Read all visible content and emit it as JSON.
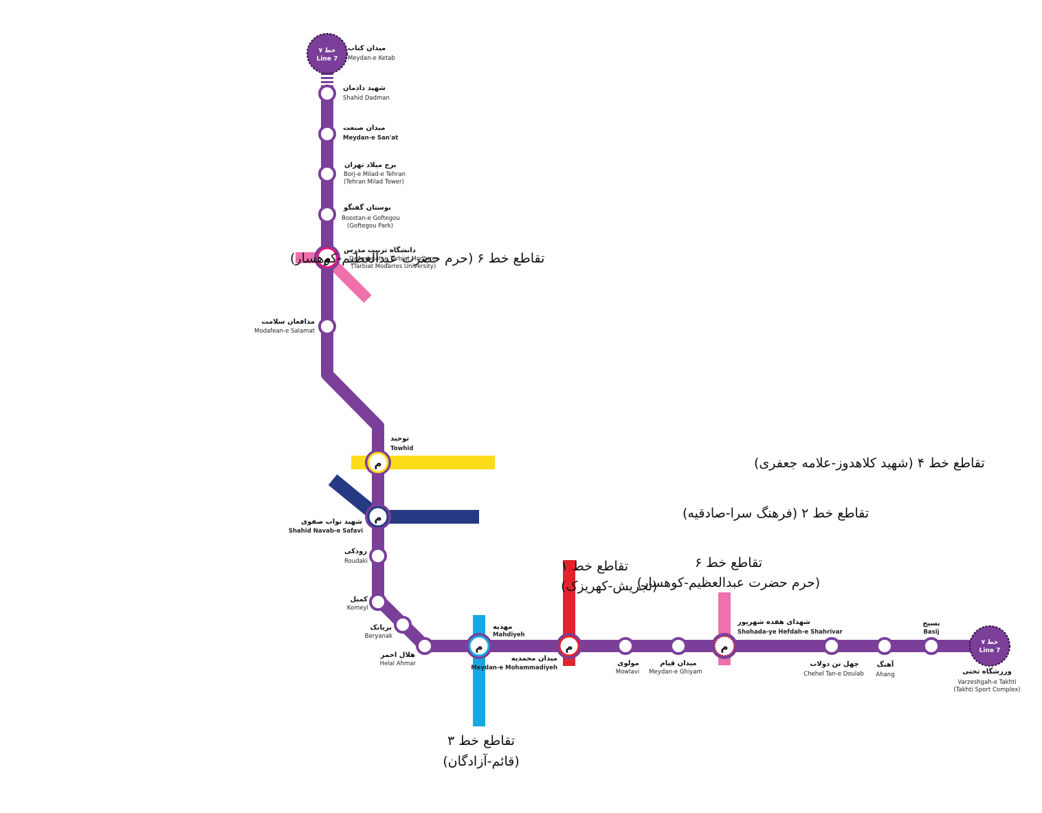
{
  "colors": {
    "line7": "#7b3f9a",
    "line1": "#e1242b",
    "line2": "#263a84",
    "line3": "#1aa6e0",
    "line4": "#fbdc18",
    "line6": "#ee70ad"
  },
  "terminal_badge": {
    "fa": "خط ۷",
    "en": "Line 7"
  },
  "interchange_symbol": "م",
  "stations": {
    "meydan_ketab": {
      "fa": "میدان کتاب",
      "en": "Meydan-e Ketab"
    },
    "shahid_dadman": {
      "fa": "شهید دادمان",
      "en": "Shahid Dadman"
    },
    "meydan_sanat": {
      "fa": "میدان صنعت",
      "en": "Meydan-e San'at"
    },
    "borj_milad": {
      "fa": "برج میلاد تهران",
      "en": "Borj-e Milad-e Tehran",
      "en2": "(Tehran Milad Tower)"
    },
    "boostan_goftegou": {
      "fa": "بوستان گفتگو",
      "en": "Boostan-e Goftegou",
      "en2": "(Goftegou Park)"
    },
    "tarbiat_modarres": {
      "fa": "دانشگاه تربیت مدرس",
      "en": "Daneshgah-e Tarbiat Modarres",
      "en2": "(Tarbiat Modarres University)"
    },
    "modafean_salamat": {
      "fa": "مدافعان سلامت",
      "en": "Modafean-e Salamat"
    },
    "towhid": {
      "fa": "توحید",
      "en": "Towhid"
    },
    "navab_safavi": {
      "fa": "شهید نواب صفوی",
      "en": "Shahid Navab-e Safavi"
    },
    "roudaki": {
      "fa": "رودکی",
      "en": "Roudaki"
    },
    "komeyl": {
      "fa": "کمیل",
      "en": "Komeyl"
    },
    "beryanak": {
      "fa": "بریانک",
      "en": "Beryanak"
    },
    "helal_ahmar": {
      "fa": "هلال احمر",
      "en": "Helal Ahmar"
    },
    "mahdiyeh": {
      "fa": "مهدیه",
      "en": "Mahdiyeh"
    },
    "mohammadiyeh": {
      "fa": "میدان محمدیه",
      "en": "Meydan-e Mohammadiyeh"
    },
    "mowlavi": {
      "fa": "مولوی",
      "en": "Mowlavi"
    },
    "ghiyam": {
      "fa": "میدان قیام",
      "en": "Meydan-e Ghiyam"
    },
    "shohada_17": {
      "fa": "شهدای هفده شهریور",
      "en": "Shohada-ye Hefdah-e Shahrivar"
    },
    "chehel_tan": {
      "fa": "چهل تن دولاب",
      "en": "Chehel Tan-e Doulab"
    },
    "ahang": {
      "fa": "آهنگ",
      "en": "Ahang"
    },
    "basij": {
      "fa": "بسیج",
      "en": "Basij"
    },
    "varzeshgah_takhti": {
      "fa": "ورزشگاه تختی",
      "en": "Varzeshgah-e Takhti",
      "en2": "(Takhti Sport Complex)"
    }
  },
  "interchanges": {
    "line6_north": "تقاطع خط ۶ (حرم حضرت عبدالعظیم-کوهسار)",
    "line4": "تقاطع خط ۴ (شهید کلاهدوز-علامه جعفری)",
    "line2": "تقاطع خط ۲ (فرهنگ سرا-صادقیه)",
    "line1": [
      "تقاطع خط ۱",
      "(تجریش-کهریزک)"
    ],
    "line6_east": [
      "تقاطع خط ۶",
      "(حرم حضرت عبدالعظیم-کوهسار)"
    ],
    "line3": [
      "تقاطع خط ۳",
      "(قائم-آزادگان)"
    ]
  }
}
